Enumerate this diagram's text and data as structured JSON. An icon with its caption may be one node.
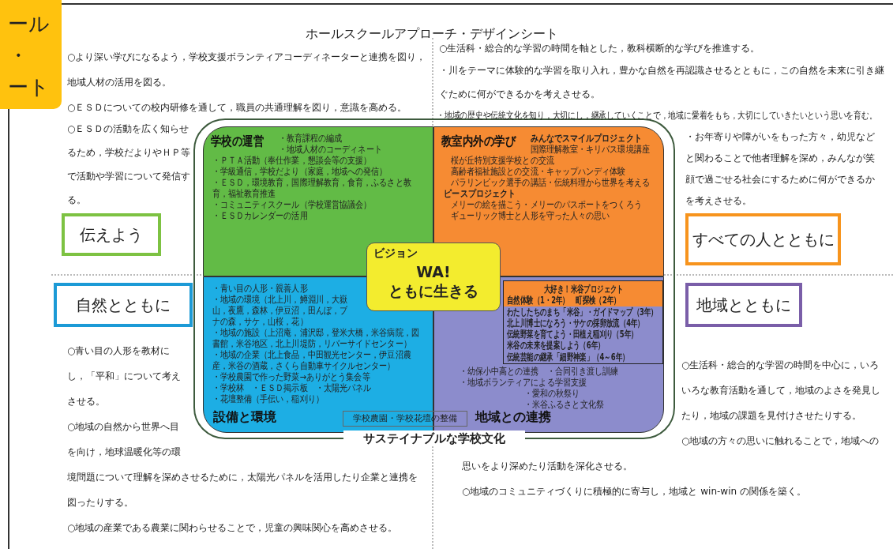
{
  "diagram": {
    "title": "ホールスクールアプローチ・デザインシート",
    "nodes": [
      {
        "text": [
          "サステイナブルな学校文化"
        ]
      },
      {
        "text": [
          "学校の運営",
          "・教育課程の編成",
          "・地域人材のコーディネート",
          "・ＰＴＡ活動（奉仕作業，懇談会等の支援）",
          "・学級通信，学校だより（家庭，地域への発信）",
          "・ＥＳＤ，環境教育，国際理解教育，食育，ふるさと教育，福祉教育推進",
          "・コミュニティスクール（学校運営協議会）",
          "・ＥＳＤカレンダーの活用"
        ],
        "in": 0
      },
      {
        "text": [
          "教室内外の学び",
          "みんなでスマイルプロジェクト",
          "国際理解教室・キリバス環境講座",
          "桜が丘特別支援学校との交流",
          "高齢者福祉施設との交流・キャップハンディ体験",
          "パラリンピック選手の講話・伝統料理から世界を考える",
          "ピースプロジェクト",
          "メリーの絵を描こう・メリーのパスポートをつくろう",
          "ギューリック博士と人形を守った人々の思い"
        ],
        "in": 0
      },
      {
        "text": [
          "・青い目の人形・親善人形",
          "・地域の環境（北上川，鱒淵川，大嶽山，夜鷹，森林，伊豆沼，田んぼ，ブナの森，サケ，山桜，花）",
          "・地域の施設（上沼庵，浦沢邸，登米大橋，米谷病院，図書館，米谷地区，北上川堤防，リバーサイドセンター）",
          "・地域の企業（北上食品，中田観光センター，伊豆沼農産，米谷の酒蔵，さくら自動車サイクルセンター）",
          "・学校農園で作った野菜→ありがとう集会等",
          "・学校林　・ＥＳＤ掲示板　・太陽光パネル",
          "・花壇整備（手伝い，稲刈り）",
          "設備と環境"
        ],
        "in": 0
      },
      {
        "text": [
          "・幼保小中高との連携　・合同引き渡し訓練",
          "・地域ボランティアによる学習支援",
          "・愛和の秋祭り",
          "・米谷ふるさと文化祭",
          "地域との連携"
        ],
        "in": 0
      },
      {
        "text": [
          "ビジョン",
          "WA! ともに生きる"
        ],
        "in": 0
      },
      {
        "text": [
          "大好き！米谷プロジェクト",
          "自然体験（1・2年）　町探検（2年）",
          "わたしたちのまち「米谷」・ガイドマップ（3年）",
          "北上川博士になろう・サケの採卵放流（4年）",
          "伝統野菜を育てよう・田植え稲刈り（5年）",
          "米谷の未来を提案しよう（6年）",
          "伝統芸能の継承「細野神楽」（4～6年）"
        ],
        "in": 4
      },
      {
        "text": [
          "学校農園・学校花壇の整備"
        ],
        "in": 0
      },
      {
        "text": [
          "伝えよう"
        ]
      },
      {
        "text": [
          "すべての人とともに"
        ]
      },
      {
        "text": [
          "自然とともに"
        ]
      },
      {
        "text": [
          "地域とともに"
        ]
      },
      {
        "text": [
          "ール",
          "・",
          "ート"
        ]
      }
    ],
    "labels": [
      "○より深い学びになるよう，学校支援ボランティアコーディネーターと連携を図り，地域人材の活用を図る。",
      "○ＥＳＤについての校内研修を通して，職員の共通理解を図り，意識を高める。",
      "○ＥＳＤの活動を広く知らせるため，学校だよりやＨＰ等で活動や学習について発信する。",
      "○生活科・総合的な学習の時間を軸とした，教科横断的な学びを推進する。",
      "・川をテーマに体験的な学習を取り入れ，豊かな自然を再認識させるとともに，この自然を未来に引き継ぐために何ができるかを考えさせる。",
      "・地域の歴史や伝統文化を知り，大切にし，継承していくことで，地域に愛着をもち，大切にしていきたいという思いを育む。",
      "・お年寄りや障がいをもった方々，幼児などと関わることで他者理解を深め，みんなが笑顔で過ごせる社会にするために何ができるかを考えさせる。",
      "○青い目の人形を教材にし，「平和」について考えさせる。",
      "○地域の自然から世界へ目を向け，地球温暖化等の環境問題について理解を深めさせるために，太陽光パネルを活用したり企業と連携を図ったりする。",
      "○地域の産業である農業に関わらせることで，児童の興味関心を高めさせる。",
      "○生活科・総合的な学習の時間を中心に，いろいろな教育活動を通して，地域のよさを発見したり，地域の課題を見付けさせたりする。",
      "○地域の方々の思いに触れることで，地域への思いをより深めたり活動を深化させる。",
      "○地域のコミュニティづくりに積極的に寄与し，地域と win-win の関係を築く。"
    ]
  }
}
